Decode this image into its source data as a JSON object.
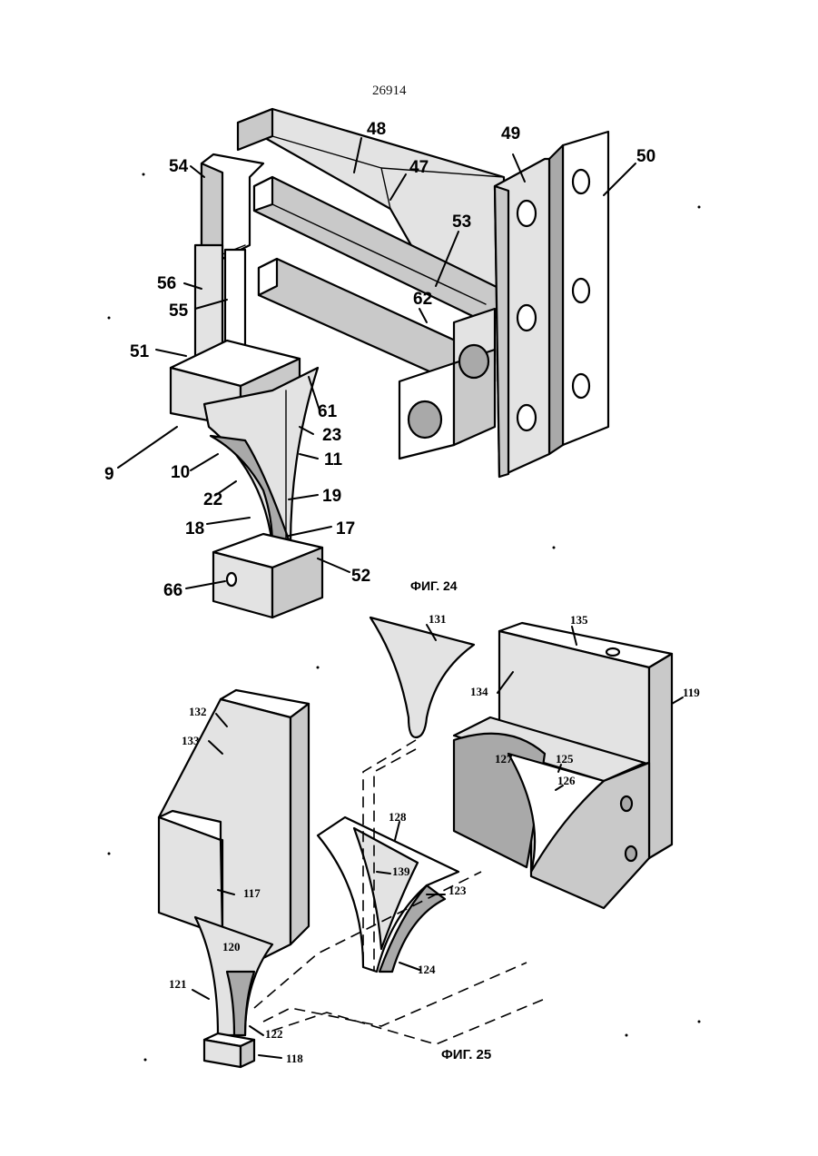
{
  "page_number": "26914",
  "figures": [
    {
      "caption": "ФИГ. 24",
      "labels": [
        "48",
        "47",
        "49",
        "50",
        "54",
        "53",
        "56",
        "55",
        "62",
        "51",
        "61",
        "23",
        "9",
        "10",
        "11",
        "22",
        "19",
        "18",
        "17",
        "52",
        "66"
      ]
    },
    {
      "caption": "ФИГ. 25",
      "labels": [
        "131",
        "135",
        "119",
        "134",
        "132",
        "133",
        "127",
        "125",
        "126",
        "128",
        "139",
        "123",
        "117",
        "120",
        "124",
        "121",
        "122",
        "118"
      ]
    }
  ]
}
